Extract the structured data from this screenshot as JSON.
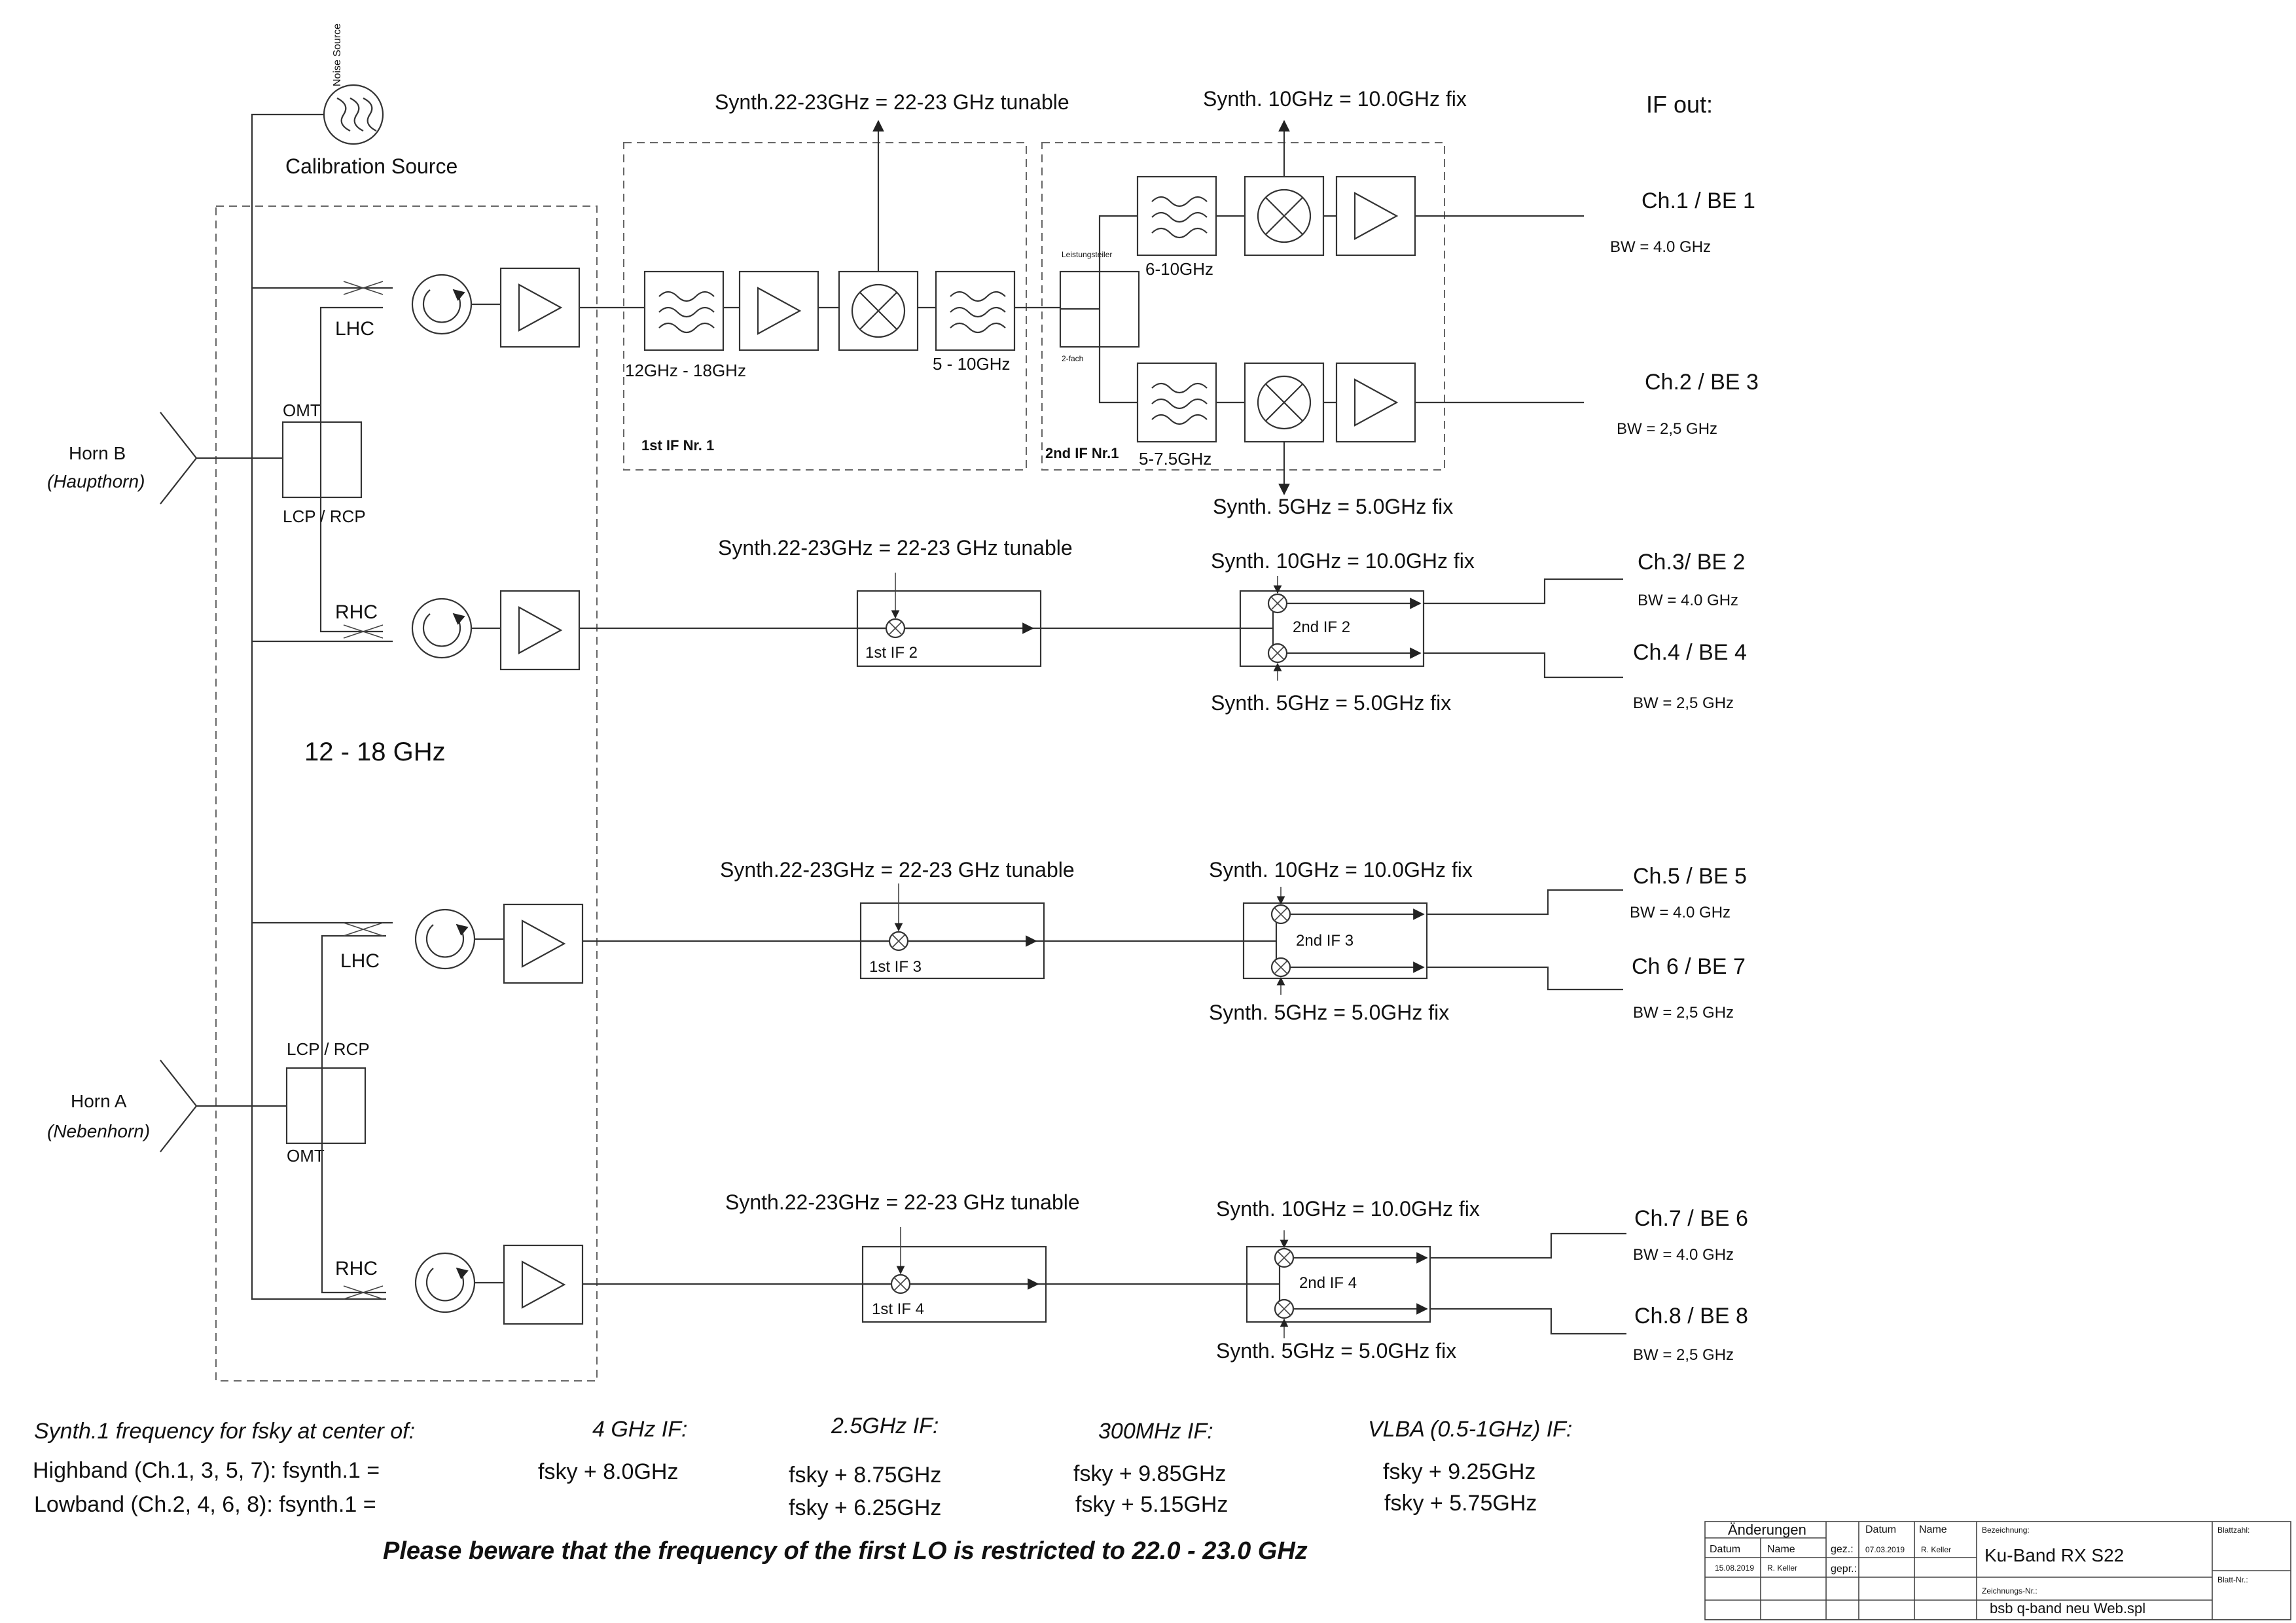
{
  "calibration": {
    "label": "Calibration Source",
    "noise_label": "Noise Source"
  },
  "horns": [
    {
      "name": "Horn B",
      "subtitle": "(Haupthorn)",
      "omt_top": "OMT",
      "omt_bottom": "LCP / RCP"
    },
    {
      "name": "Horn A",
      "subtitle": "(Nebenhorn)",
      "omt_top": "LCP / RCP",
      "omt_bottom": "OMT"
    }
  ],
  "pol_labels": [
    "LHC",
    "RHC",
    "LHC",
    "RHC"
  ],
  "band_label": "12 - 18 GHz",
  "if_out_label": "IF out:",
  "chain1": {
    "synth1": "Synth.22-23GHz = 22-23 GHz tunable",
    "synth10": "Synth. 10GHz = 10.0GHz fix",
    "synth5": "Synth. 5GHz = 5.0GHz fix",
    "filter_in": "12GHz - 18GHz",
    "filter_out": "5 - 10GHz",
    "if1_title": "1st IF Nr. 1",
    "if2_title": "2nd IF Nr.1",
    "splitter_top": "Leistungsteiler",
    "splitter_bottom": "2-fach",
    "filter_a": "6-10GHz",
    "filter_b": "5-7.5GHz",
    "out_a": "Ch.1 / BE 1",
    "bw_a": "BW = 4.0 GHz",
    "out_b": "Ch.2 / BE 3",
    "bw_b": "BW = 2,5 GHz"
  },
  "chains": [
    {
      "synth1": "Synth.22-23GHz = 22-23 GHz tunable",
      "synth10": "Synth. 10GHz = 10.0GHz fix",
      "synth5": "Synth. 5GHz = 5.0GHz fix",
      "if1": "1st IF 2",
      "if2": "2nd IF 2",
      "out_a": "Ch.3/ BE 2",
      "bw_a": "BW = 4.0 GHz",
      "out_b": "Ch.4 / BE 4",
      "bw_b": "BW = 2,5 GHz"
    },
    {
      "synth1": "Synth.22-23GHz = 22-23 GHz tunable",
      "synth10": "Synth. 10GHz = 10.0GHz fix",
      "synth5": "Synth. 5GHz = 5.0GHz fix",
      "if1": "1st IF 3",
      "if2": "2nd IF 3",
      "out_a": "Ch.5 / BE 5",
      "bw_a": "BW = 4.0 GHz",
      "out_b": "Ch 6 / BE 7",
      "bw_b": "BW = 2,5 GHz"
    },
    {
      "synth1": "Synth.22-23GHz = 22-23 GHz tunable",
      "synth10": "Synth. 10GHz = 10.0GHz fix",
      "synth5": "Synth. 5GHz = 5.0GHz fix",
      "if1": "1st IF 4",
      "if2": "2nd IF 4",
      "out_a": "Ch.7 / BE 6",
      "bw_a": "BW = 4.0 GHz",
      "out_b": "Ch.8 / BE 8",
      "bw_b": "BW = 2,5 GHz"
    }
  ],
  "freq_table": {
    "title": "Synth.1 frequency for fsky at center of:",
    "columns": [
      "4 GHz IF:",
      "2.5GHz IF:",
      "300MHz IF:",
      "VLBA (0.5-1GHz) IF:"
    ],
    "rows": [
      {
        "label": "Highband (Ch.1, 3, 5, 7): fsynth.1 =",
        "values": [
          "fsky + 8.0GHz",
          "fsky + 8.75GHz",
          "fsky + 9.85GHz",
          "fsky + 9.25GHz"
        ]
      },
      {
        "label": "Lowband (Ch.2, 4, 6, 8): fsynth.1 =",
        "values": [
          "",
          "fsky + 6.25GHz",
          "fsky + 5.15GHz",
          "fsky + 5.75GHz"
        ]
      }
    ]
  },
  "warning": "Please beware that the frequency of the first LO is restricted to 22.0 - 23.0 GHz",
  "title_block": {
    "changes": "Änderungen",
    "date_h": "Datum",
    "name_h": "Name",
    "change_date": "15.08.2019",
    "change_name": "R. Keller",
    "gez": "gez.:",
    "gepr": "gepr.:",
    "gez_date": "07.03.2019",
    "gez_name": "R. Keller",
    "designation_label": "Bezeichnung:",
    "designation": "Ku-Band RX S22",
    "drawing_no_label": "Zeichnungs-Nr.:",
    "drawing_no": "bsb q-band neu Web.spl",
    "sheets_label": "Blattzahl:",
    "sheet_no_label": "Blatt-Nr.:"
  }
}
